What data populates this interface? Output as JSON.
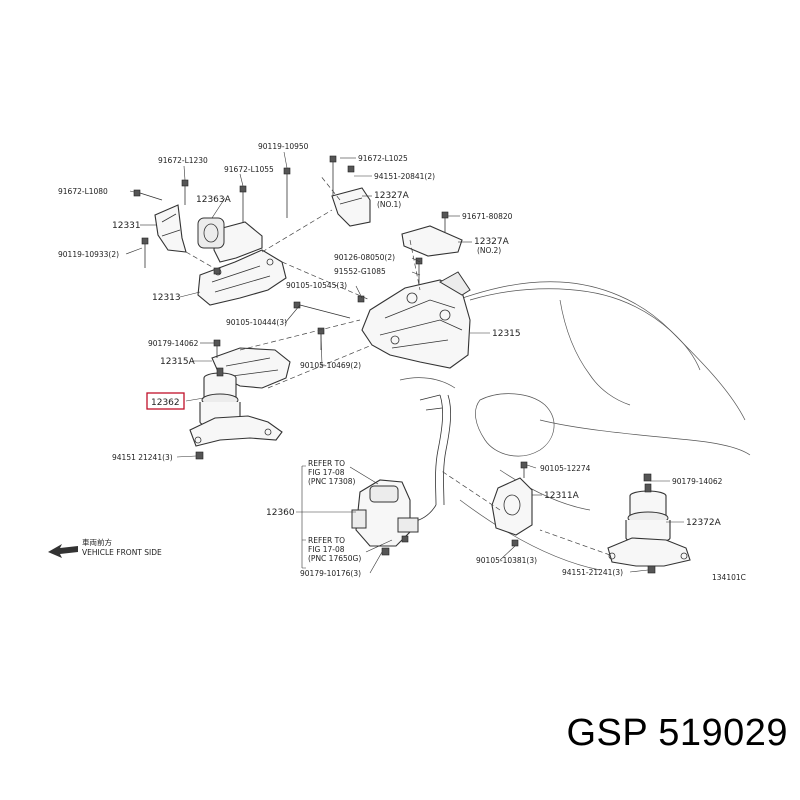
{
  "callouts": {
    "c90119_10950": "90119-10950",
    "c91672_l1230": "91672-L1230",
    "c91672_l1025": "91672-L1025",
    "c91672_l1055": "91672-L1055",
    "c94151_20841": "94151-20841(2)",
    "c91672_l1080": "91672-L1080",
    "c12363a": "12363A",
    "c12327a_no1": "12327A",
    "no1": "(NO.1)",
    "c12331": "12331",
    "c91671_80820": "91671-80820",
    "c90119_10933": "90119-10933(2)",
    "c12327a_no2": "12327A",
    "no2": "(NO.2)",
    "c90126_08050": "90126-08050(2)",
    "c91552_g1085": "91552-G1085",
    "c12313": "12313",
    "c90105_10545": "90105-10545(3)",
    "c90105_10444": "90105-10444(3)",
    "c12315": "12315",
    "c90179_14062_a": "90179-14062",
    "c12315a": "12315A",
    "c90105_10469": "90105-10469(2)",
    "c12362": "12362",
    "c94151_21241_a": "94151 21241(3)",
    "refer1_a": "REFER TO",
    "refer1_b": "FIG 17-08",
    "refer1_c": "(PNC 17308)",
    "c90105_12274": "90105-12274",
    "c90179_14062_b": "90179-14062",
    "c12311a": "12311A",
    "c12360": "12360",
    "c12372a": "12372A",
    "refer2_a": "REFER TO",
    "refer2_b": "FIG 17-08",
    "refer2_c": "(PNC 17650G)",
    "c90105_10381": "90105-10381(3)",
    "c94151_21241_b": "94151-21241(3)",
    "c90179_10176": "90179-10176(3)",
    "front_jp": "車両前方",
    "front_en": "VEHICLE FRONT SIDE",
    "drawing_no": "134101C"
  },
  "brand": {
    "maker": "GSP",
    "part_number": "519029"
  },
  "colors": {
    "highlight": "#c0102a",
    "line": "#333333"
  }
}
